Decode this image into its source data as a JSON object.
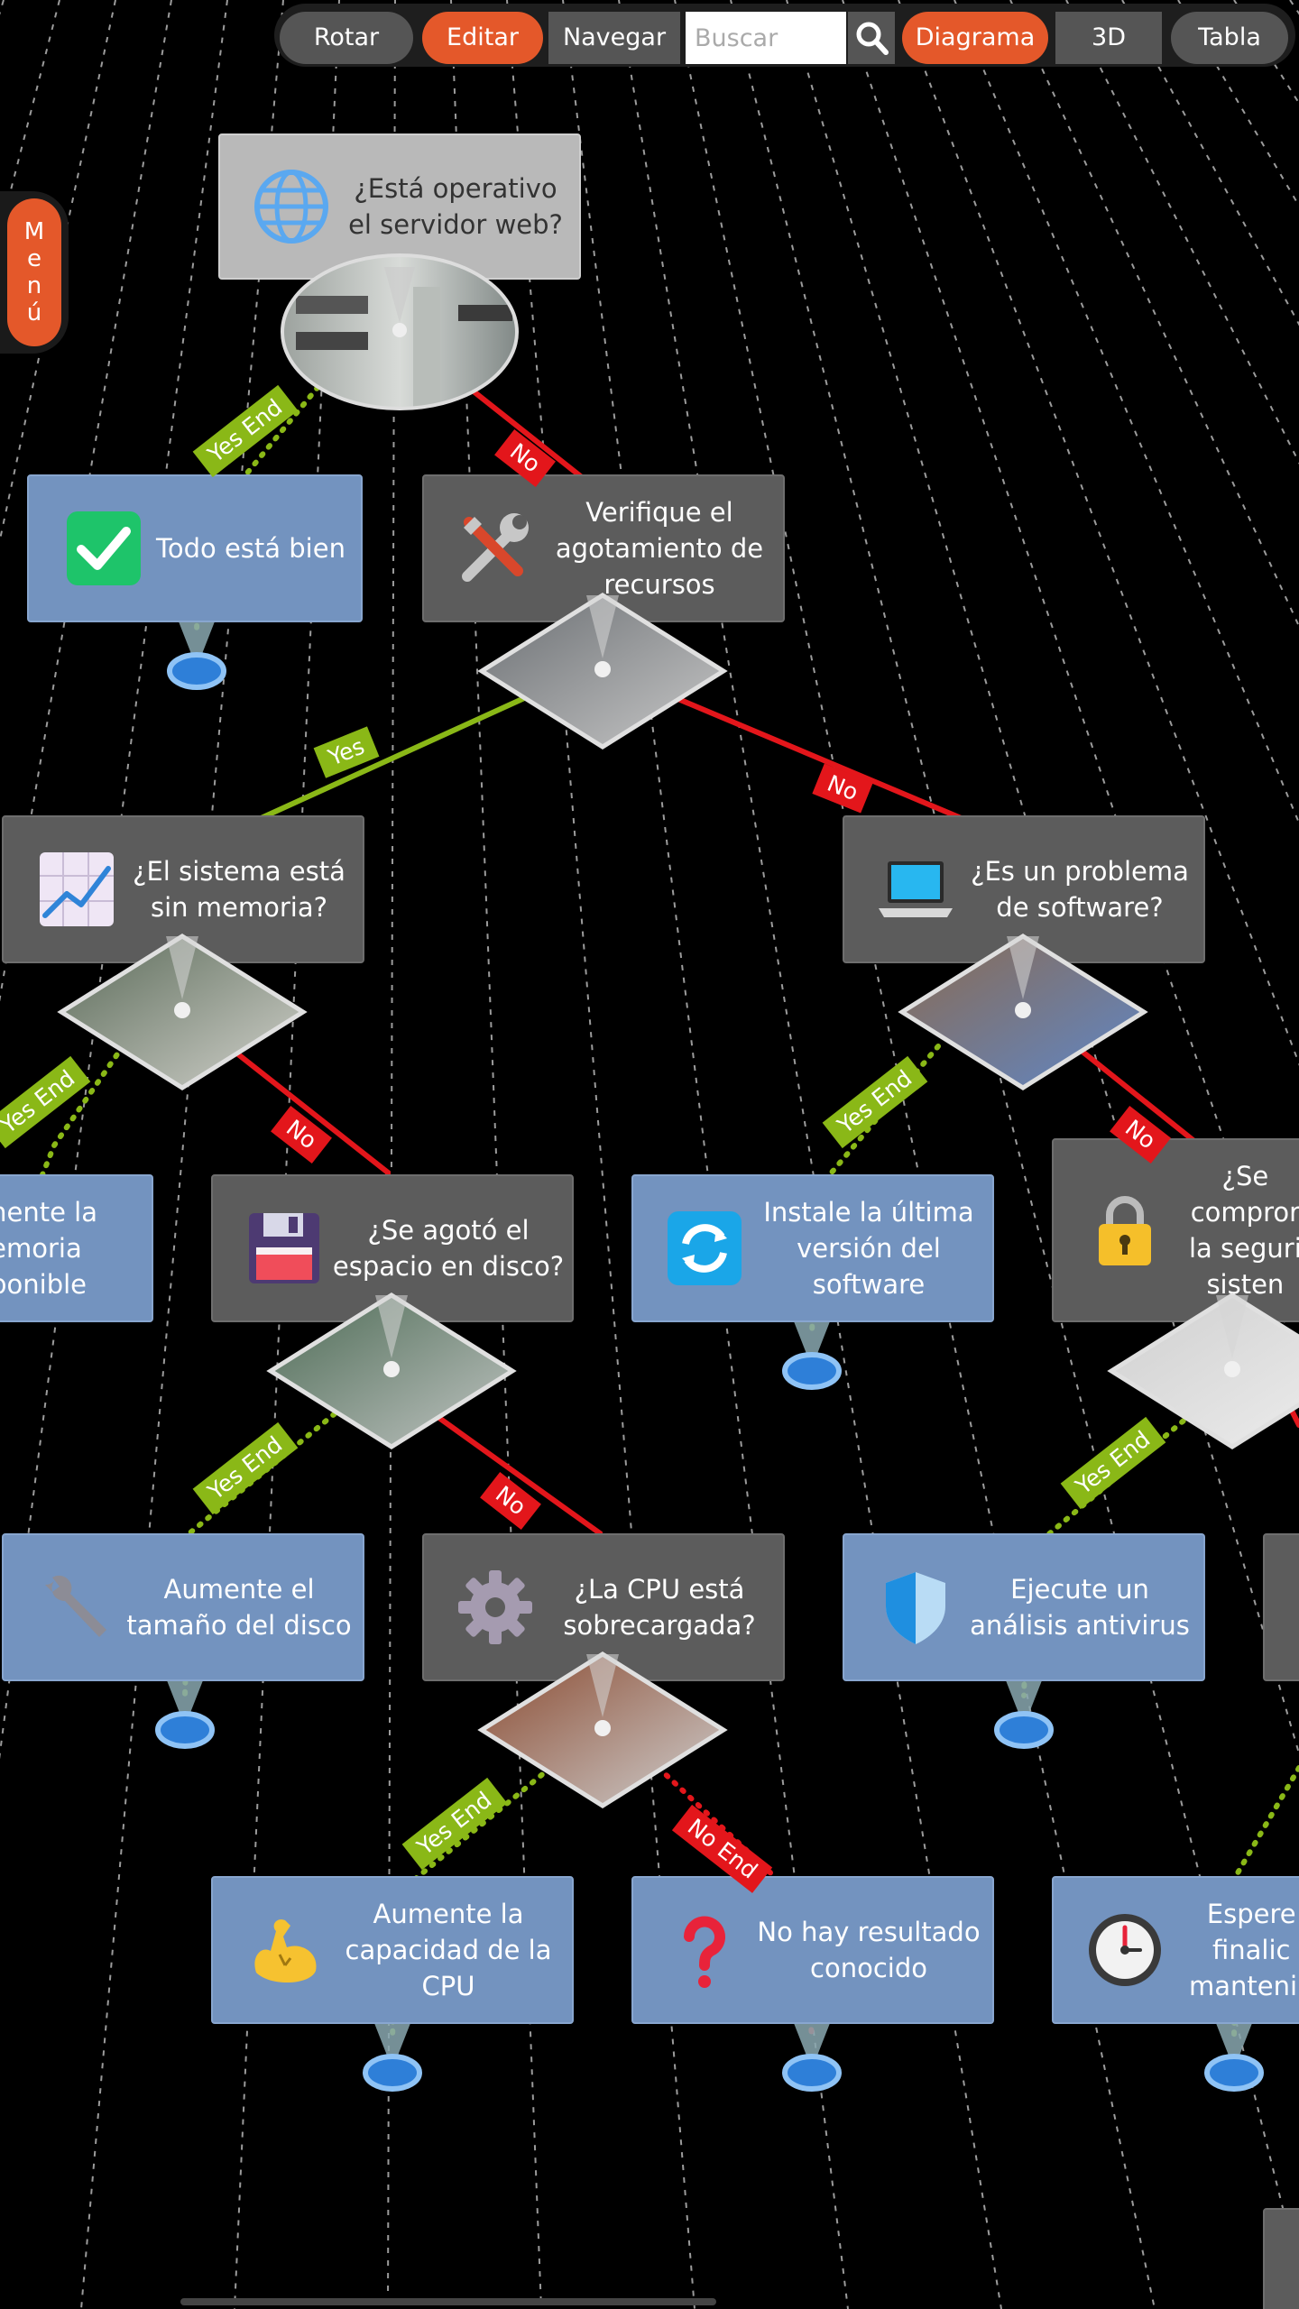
{
  "toolbar": {
    "rotate": "Rotar",
    "edit": "Editar",
    "navigate": "Navegar",
    "search_placeholder": "Buscar",
    "diagram": "Diagrama",
    "view3d": "3D",
    "table": "Tabla"
  },
  "menu": {
    "label": "Menú"
  },
  "nodes": {
    "root": {
      "text": "¿Está operativo el servidor web?",
      "icon": "globe-icon"
    },
    "all_good": {
      "text": "Todo está bien",
      "icon": "check-icon"
    },
    "resources": {
      "text": "Verifique el agotamiento de recursos",
      "icon": "tools-icon"
    },
    "memory": {
      "text": "¿El sistema está sin memoria?",
      "icon": "chart-icon"
    },
    "software": {
      "text": "¿Es un problema de software?",
      "icon": "laptop-icon"
    },
    "increase_memory": {
      "text": "Aumente la memoria disponible",
      "visible_text": "nente la\nemoria\nponible"
    },
    "disk": {
      "text": "¿Se agotó el espacio en disco?",
      "icon": "floppy-icon"
    },
    "install_update": {
      "text": "Instale la última versión del software",
      "icon": "refresh-icon"
    },
    "security": {
      "text": "¿Se comprometió la seguridad del sistema?",
      "visible_text": "¿Se\ncompror\nla seguri\nsisten",
      "icon": "lock-icon"
    },
    "increase_disk": {
      "text": "Aumente el tamaño del disco",
      "icon": "wrench-icon"
    },
    "cpu": {
      "text": "¿La CPU está sobrecargada?",
      "icon": "gear-icon"
    },
    "antivirus": {
      "text": "Ejecute un análisis antivirus",
      "icon": "shield-icon"
    },
    "increase_cpu": {
      "text": "Aumente la capacidad de la CPU",
      "icon": "muscle-icon"
    },
    "unknown": {
      "text": "No hay resultado conocido",
      "icon": "question-icon"
    },
    "maintenance": {
      "text": "Espere la finalización del mantenimiento",
      "visible_text": "Espere\nfinalic\nmantenin",
      "icon": "clock-icon"
    }
  },
  "edges": {
    "yes_end": "Yes End",
    "no": "No",
    "yes": "Yes",
    "no_end": "No End"
  },
  "colors": {
    "question": "#5c5c5c",
    "answer": "#7393bf",
    "yes_edge": "#8ab817",
    "no_edge": "#e3161b",
    "accent": "#e4582a"
  }
}
